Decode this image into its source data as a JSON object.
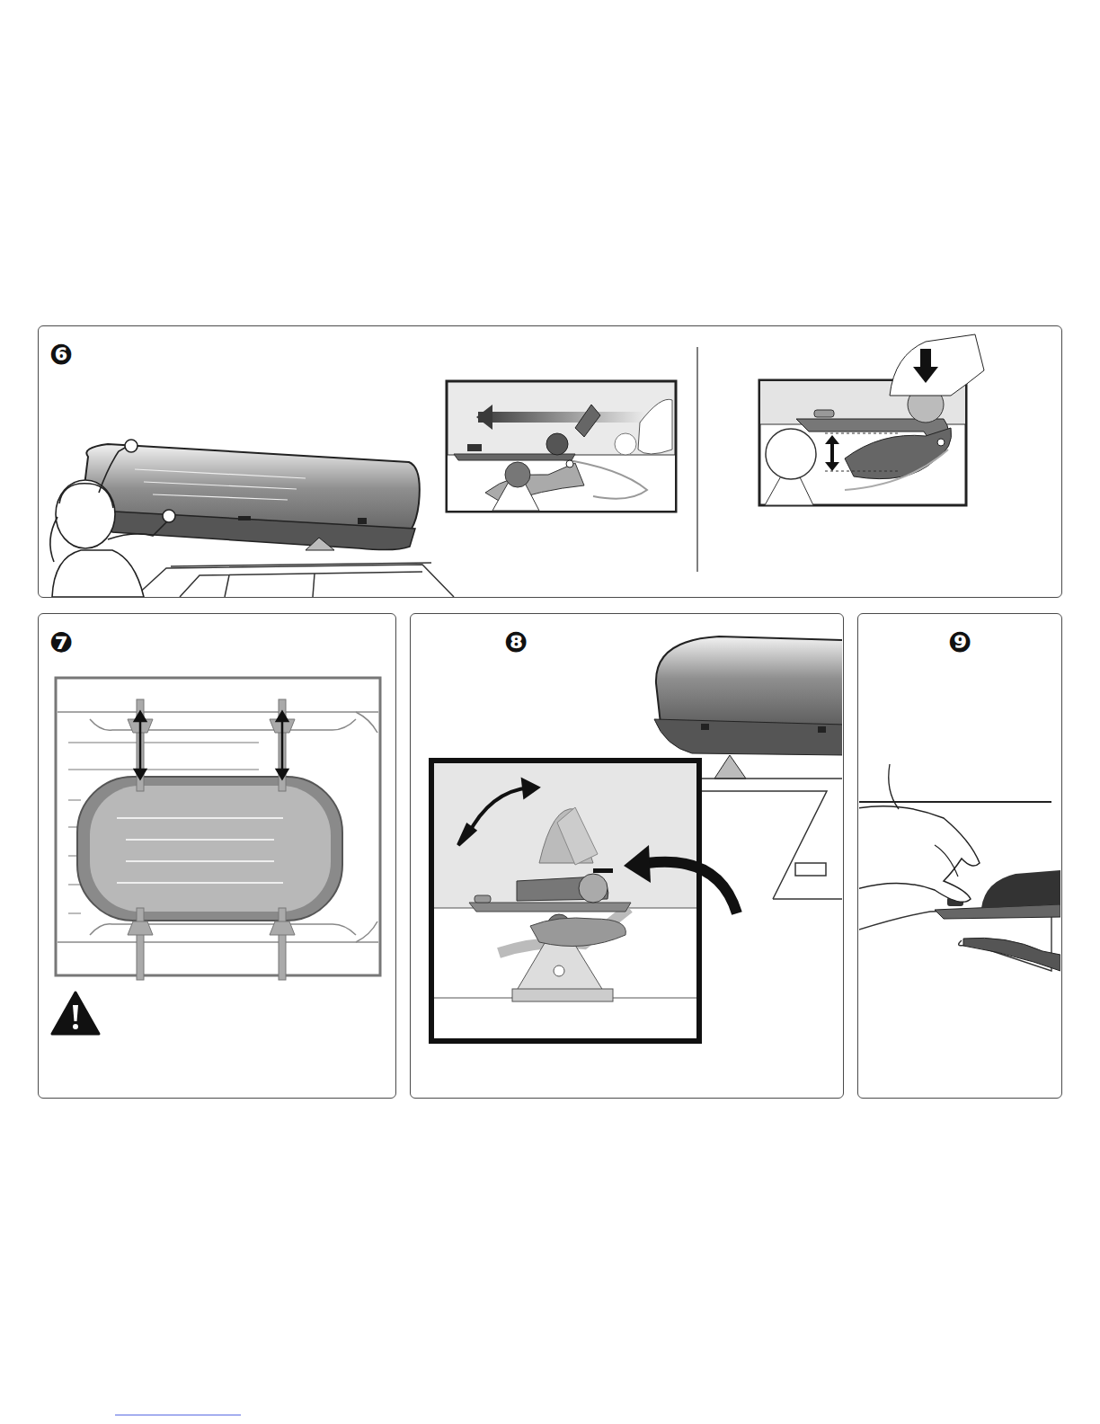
{
  "diagram": {
    "nodes": [
      {
        "text": [
          "❻"
        ]
      },
      {
        "text": [
          "❼"
        ]
      },
      {
        "text": [
          "❽"
        ]
      },
      {
        "text": [
          "❾"
        ]
      }
    ]
  }
}
